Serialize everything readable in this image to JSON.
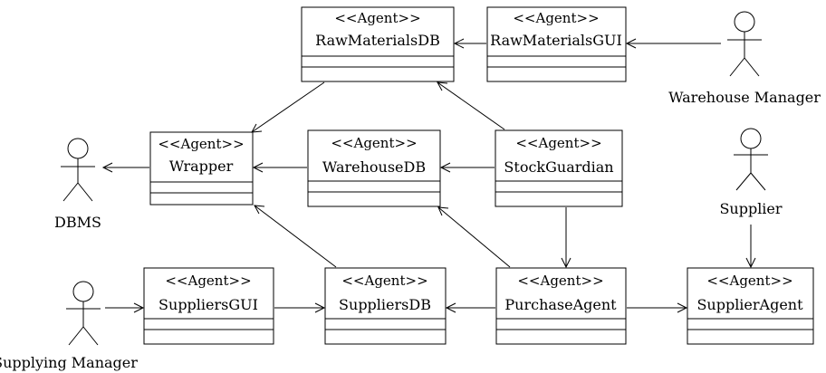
{
  "agents": {
    "raw_materials_db": {
      "stereotype": "<<Agent>>",
      "name": "RawMaterialsDB"
    },
    "raw_materials_gui": {
      "stereotype": "<<Agent>>",
      "name": "RawMaterialsGUI"
    },
    "wrapper": {
      "stereotype": "<<Agent>>",
      "name": "Wrapper"
    },
    "warehouse_db": {
      "stereotype": "<<Agent>>",
      "name": "WarehouseDB"
    },
    "stock_guardian": {
      "stereotype": "<<Agent>>",
      "name": "StockGuardian"
    },
    "suppliers_gui": {
      "stereotype": "<<Agent>>",
      "name": "SuppliersGUI"
    },
    "suppliers_db": {
      "stereotype": "<<Agent>>",
      "name": "SuppliersDB"
    },
    "purchase_agent": {
      "stereotype": "<<Agent>>",
      "name": "PurchaseAgent"
    },
    "supplier_agent": {
      "stereotype": "<<Agent>>",
      "name": "SupplierAgent"
    }
  },
  "actors": {
    "warehouse_manager": "Warehouse Manager",
    "dbms": "DBMS",
    "supplier": "Supplier",
    "supplying_manager": "Supplying Manager"
  }
}
